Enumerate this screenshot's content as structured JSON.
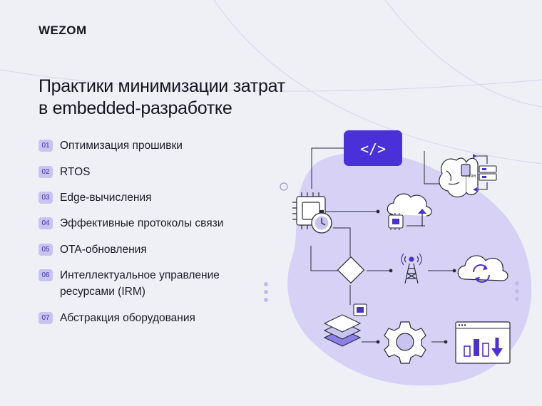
{
  "brand": {
    "logo_text": "WEZOM"
  },
  "page": {
    "title_lines": [
      "Практики минимизации затрат",
      "в embedded-разработке"
    ]
  },
  "practices": [
    {
      "number": "01",
      "label": "Оптимизация прошивки"
    },
    {
      "number": "02",
      "label": "RTOS"
    },
    {
      "number": "03",
      "label": "Edge-вычисления"
    },
    {
      "number": "04",
      "label": "Эффективные протоколы связи"
    },
    {
      "number": "05",
      "label": "OTA-обновления"
    },
    {
      "number": "06",
      "label": "Интеллектуальное управление ресурсами (IRM)"
    },
    {
      "number": "07",
      "label": "Абстракция оборудования"
    }
  ],
  "diagram": {
    "code_symbol": "</>",
    "irm_label": "IRM",
    "icons": [
      "code-icon",
      "brain-icon",
      "server-icon",
      "chip-icon",
      "timer-icon",
      "cloud-upload-icon",
      "decision-diamond",
      "antenna-tower-icon",
      "cloud-sync-icon",
      "layers-icon",
      "gear-icon",
      "chart-down-icon"
    ]
  },
  "colors": {
    "accent": "#4a30d9",
    "badge_bg": "#c9c3ef",
    "blob": "#d6d1f5",
    "background": "#efeff6"
  }
}
